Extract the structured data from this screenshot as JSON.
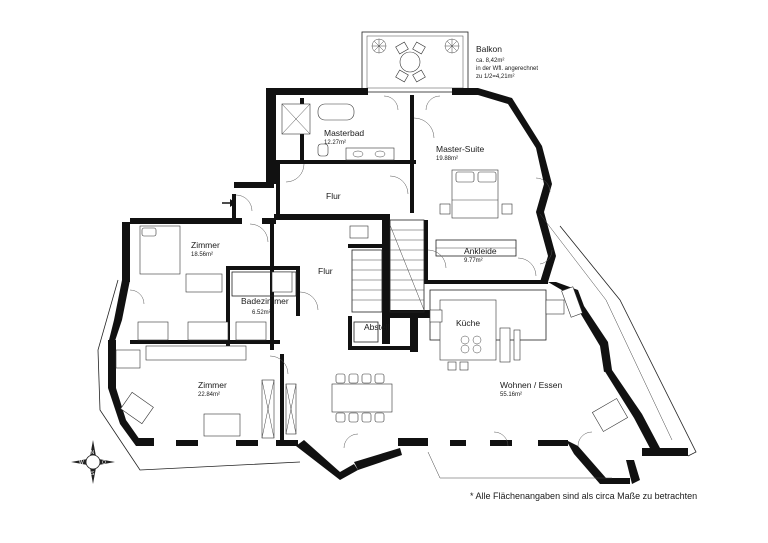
{
  "rooms": {
    "balkon": {
      "name": "Balkon",
      "note1": "ca. 8,42m²",
      "note2": "in der Wfl. angerechnet",
      "note3": "zu 1/2=4,21m²"
    },
    "masterbad": {
      "name": "Masterbad",
      "area": "12.27m²"
    },
    "master_suite": {
      "name": "Master-Suite",
      "area": "19.88m²"
    },
    "flur_top": {
      "name": "Flur"
    },
    "zimmer_1": {
      "name": "Zimmer",
      "area": "18.56m²"
    },
    "flur_mid": {
      "name": "Flur"
    },
    "ankleide": {
      "name": "Ankleide",
      "area": "9.77m²"
    },
    "badezimmer": {
      "name": "Badezimmer",
      "area": "6.52m²"
    },
    "abstell": {
      "name": "Abstell"
    },
    "kueche": {
      "name": "Küche"
    },
    "zimmer_2": {
      "name": "Zimmer",
      "area": "22.84m²"
    },
    "wohnen": {
      "name": "Wohnen / Essen",
      "area": "55.16m²"
    }
  },
  "compass": {
    "n": "N",
    "s": "S",
    "w": "W",
    "o": "O"
  },
  "footnote": "* Alle Flächenangaben sind als circa Maße zu betrachten"
}
